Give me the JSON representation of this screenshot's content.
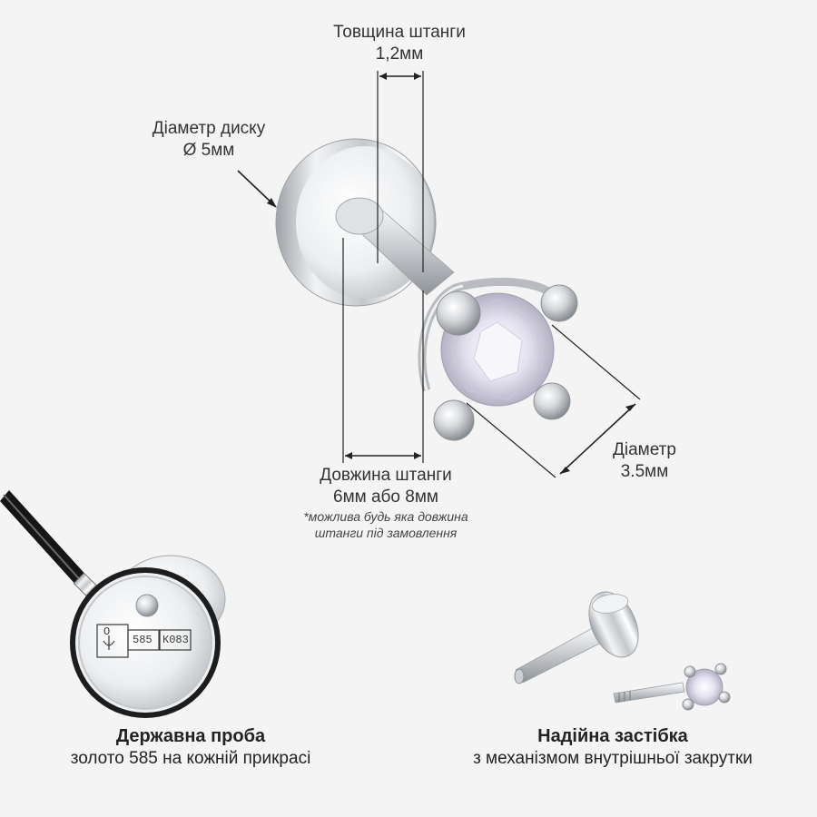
{
  "labels": {
    "rod_thickness": {
      "title": "Товщина штанги",
      "value": "1,2мм"
    },
    "disc_diameter": {
      "title": "Діаметр диску",
      "value": "Ø 5мм"
    },
    "stone_diameter": {
      "title": "Діаметр",
      "value": "3.5мм"
    },
    "rod_length": {
      "title": "Довжина штанги",
      "value": "6мм або 8мм",
      "note_line1": "*можлива будь яка довжина",
      "note_line2": "штанги під замовлення"
    }
  },
  "captions": {
    "left": {
      "title": "Державна проба",
      "subtitle": "золото 585 на кожній прикрасі"
    },
    "right": {
      "title": "Надійна застібка",
      "subtitle": "з механізмом внутрішньої закрутки"
    }
  },
  "hallmark": {
    "assay": "585",
    "code": "К083",
    "letter": "О"
  },
  "colors": {
    "background": "#f4f4f4",
    "text": "#333333",
    "metal": "#c9ccd0",
    "stone": "#e8e6f2"
  }
}
